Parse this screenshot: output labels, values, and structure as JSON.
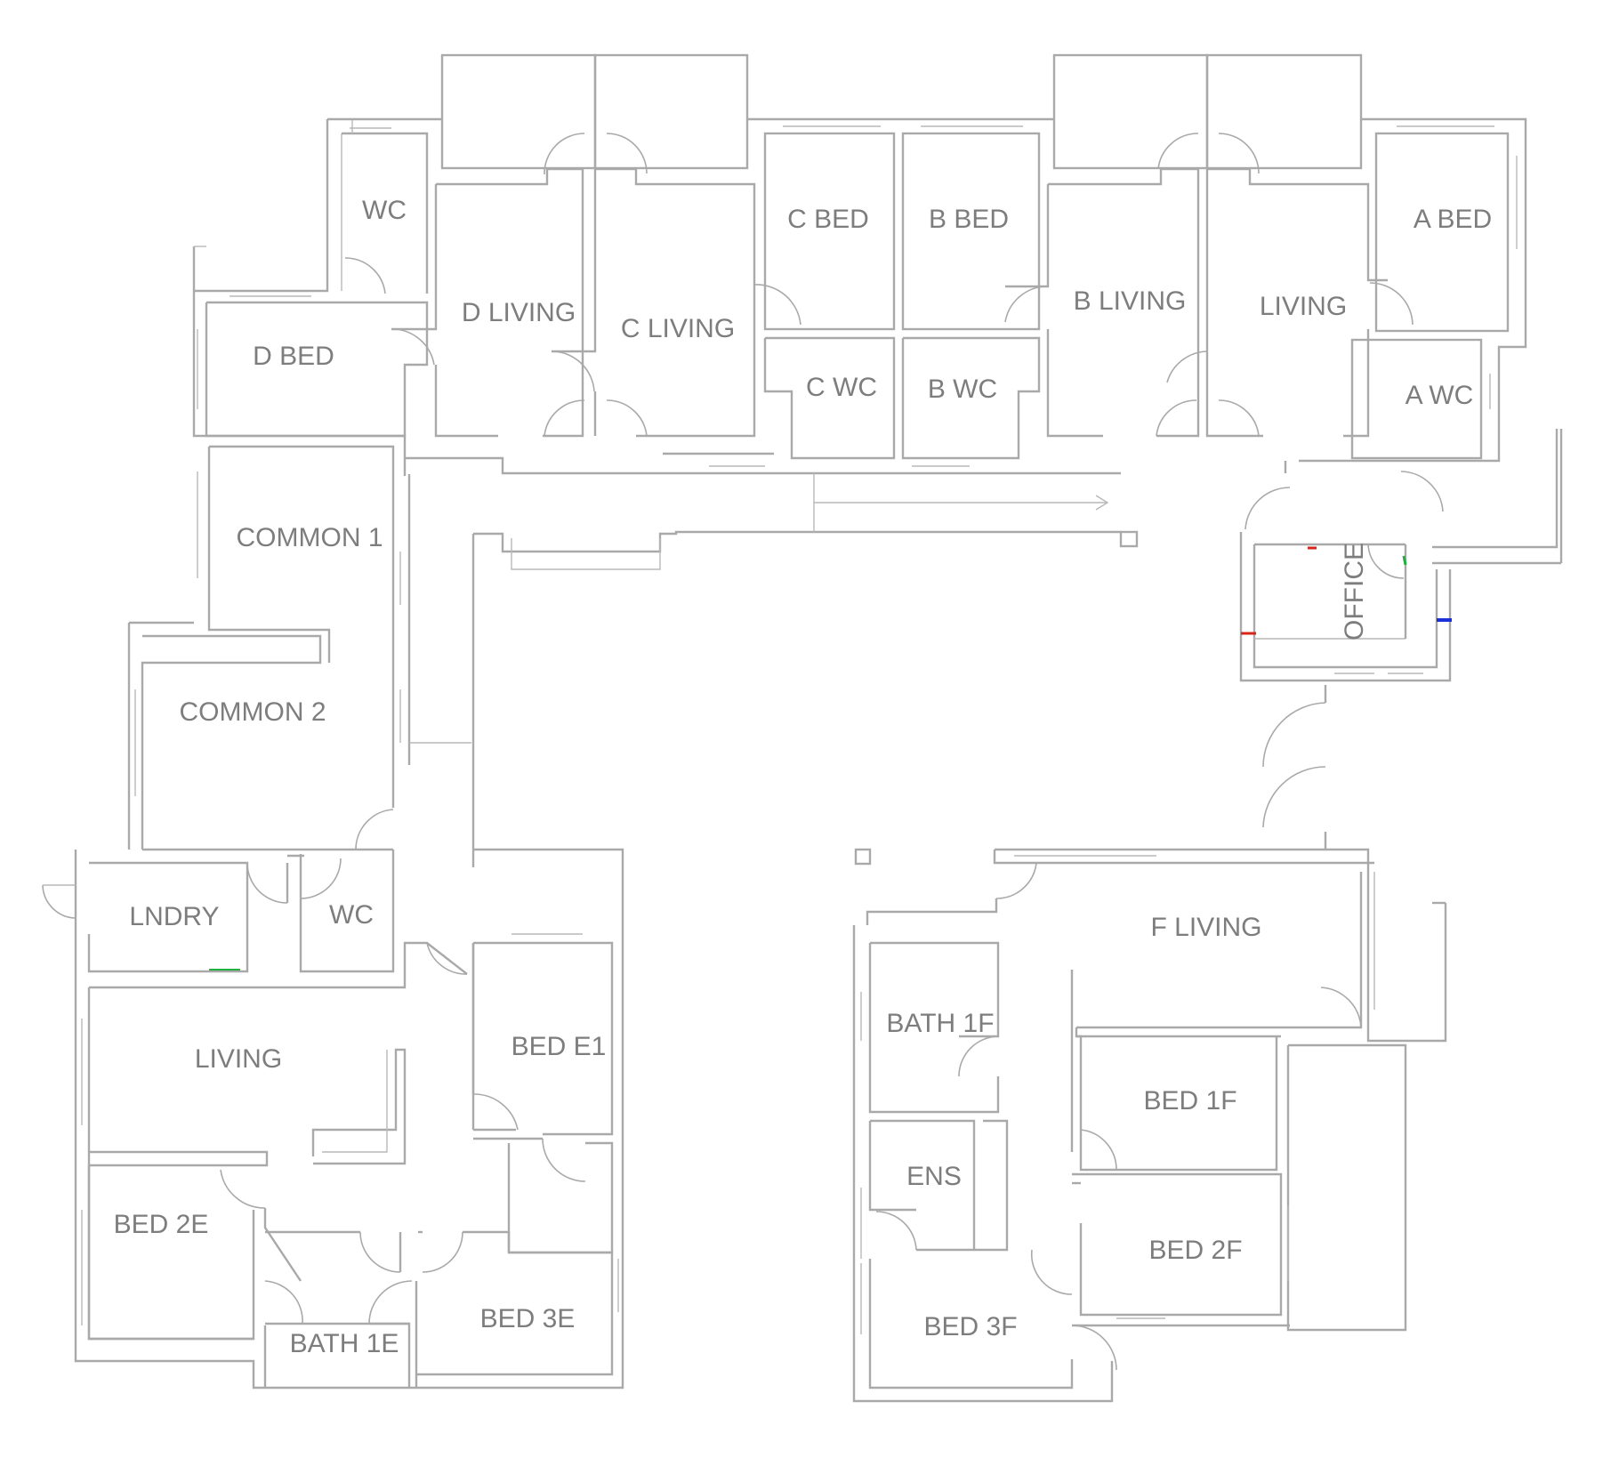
{
  "rooms": {
    "wc_top": "WC",
    "d_bed": "D BED",
    "d_living": "D LIVING",
    "c_living": "C LIVING",
    "c_bed": "C BED",
    "b_bed": "B BED",
    "c_wc": "C WC",
    "b_wc": "B WC",
    "b_living": "B LIVING",
    "living_top": "LIVING",
    "a_bed": "A BED",
    "a_wc": "A WC",
    "office": "OFFICE",
    "common_1": "COMMON 1",
    "common_2": "COMMON 2",
    "lndry": "LNDRY",
    "wc_mid": "WC",
    "living_e": "LIVING",
    "bed_e1": "BED E1",
    "bed_2e": "BED 2E",
    "bath_1e": "BATH 1E",
    "bed_3e": "BED 3E",
    "f_living": "F LIVING",
    "bath_1f": "BATH 1F",
    "bed_1f": "BED 1F",
    "ens": "ENS",
    "bed_2f": "BED 2F",
    "bed_3f": "BED 3F"
  },
  "colors": {
    "wall": "#a9a9a9",
    "label": "#7d7d7d",
    "accent_red": "#d9241c",
    "accent_blue": "#1c2fd9",
    "accent_green": "#20b040"
  }
}
